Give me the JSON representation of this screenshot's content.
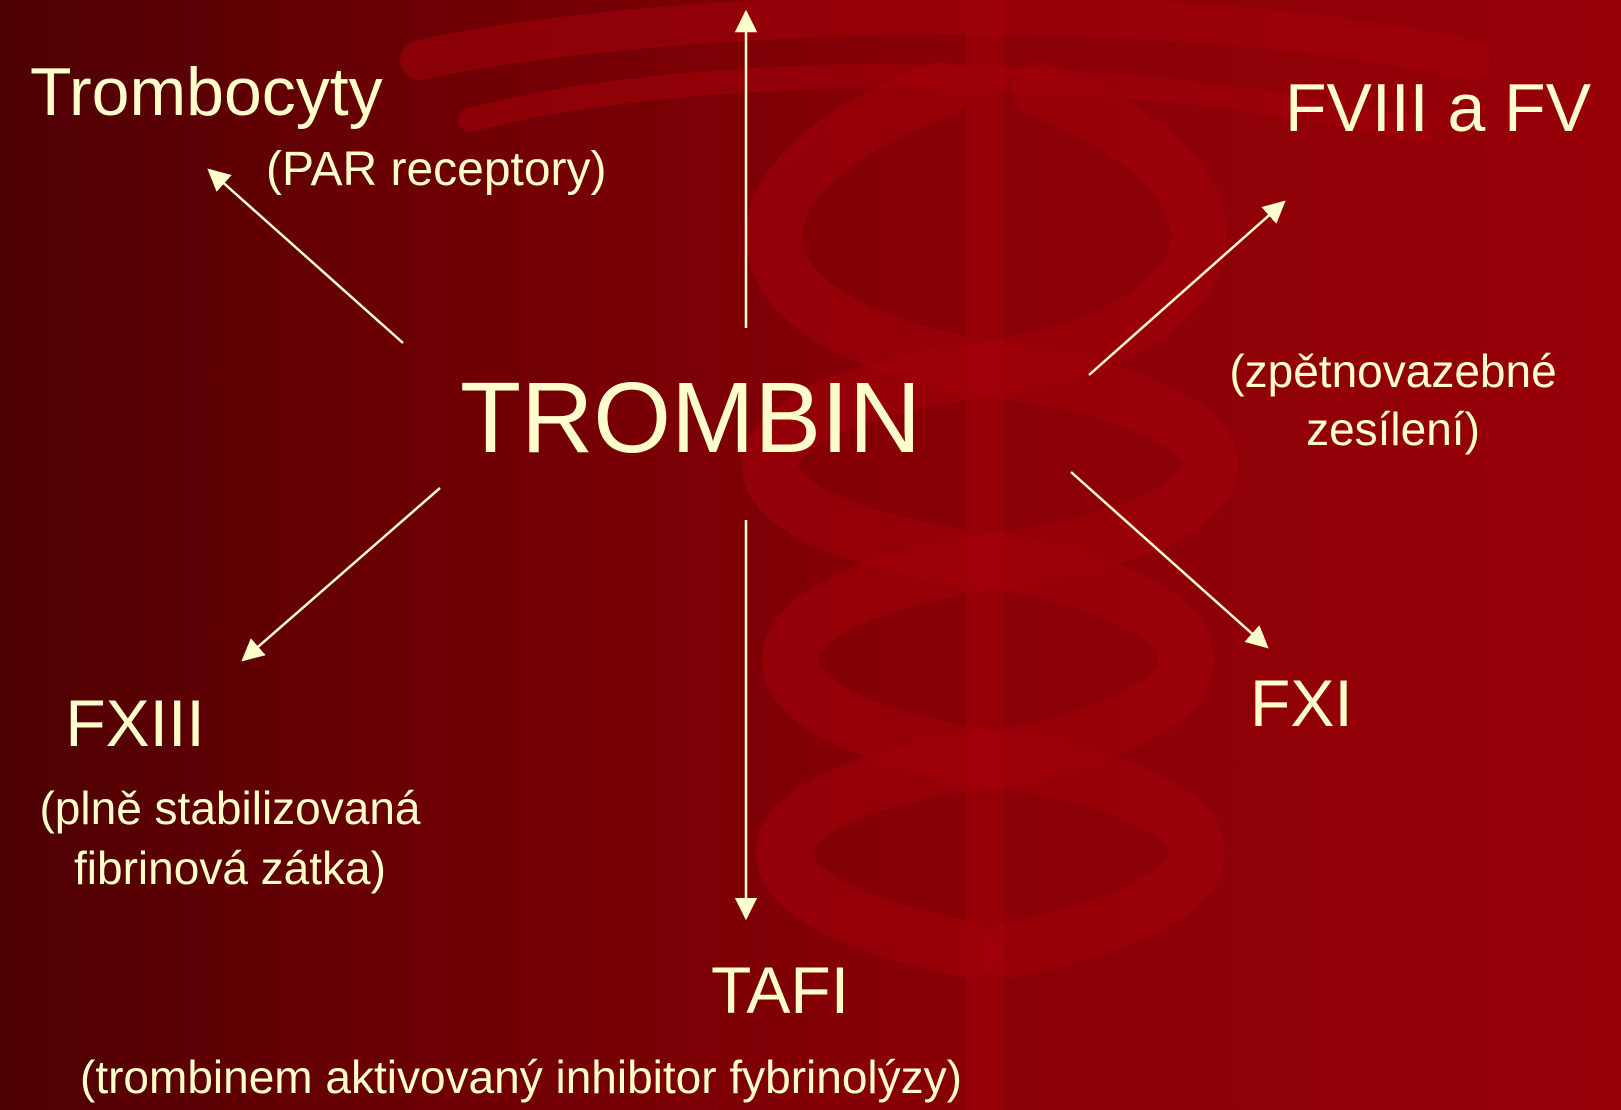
{
  "slide": {
    "text_color": "#FFFFCC",
    "background_colors": [
      "#4d0003",
      "#980008"
    ],
    "background_art": "caduceus-watermark",
    "center": "TROMBIN",
    "targets": {
      "trombocyty": {
        "title": "Trombocyty",
        "note": "(PAR receptory)"
      },
      "fviii_fv": {
        "title": "FVIII a FV",
        "note_line1": "(zpětnovazebné",
        "note_line2": "zesílení)"
      },
      "fxiii": {
        "title": "FXIII",
        "note_line1": "(plně stabilizovaná",
        "note_line2": "fibrinová zátka)"
      },
      "fxi": {
        "title": "FXI"
      },
      "tafi": {
        "title": "TAFI",
        "note": "(trombinem aktivovaný inhibitor fybrinolýzy)"
      }
    }
  }
}
